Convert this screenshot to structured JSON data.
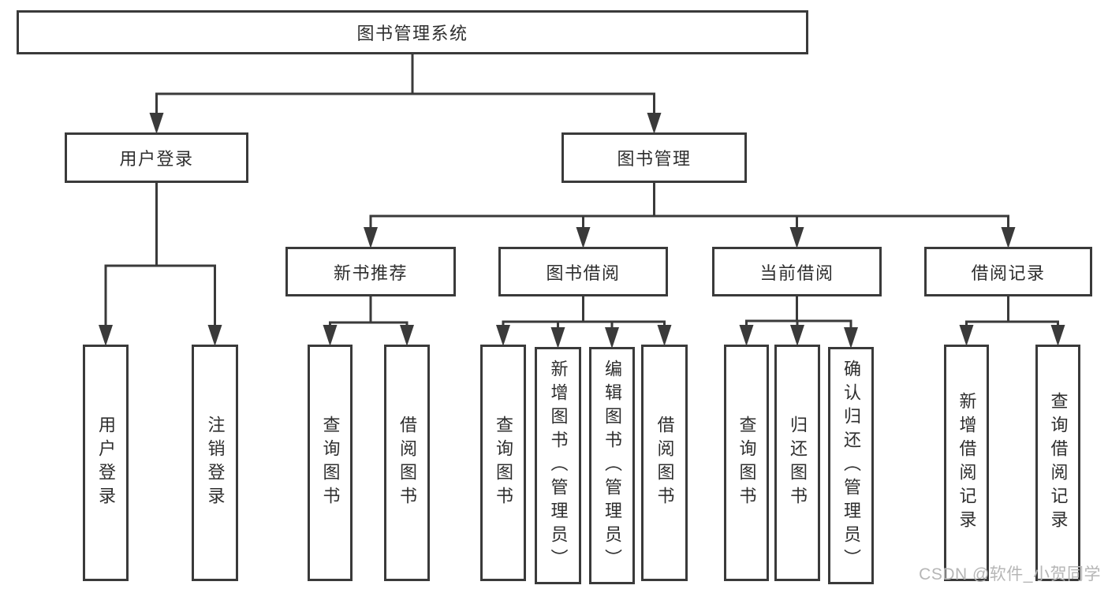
{
  "diagram": {
    "title": "图书管理系统",
    "line_color": "#3a3a3a",
    "text_color": "#2e2e2e",
    "background": "#ffffff",
    "nodes": [
      {
        "id": "root",
        "label": "图书管理系统"
      },
      {
        "id": "user-login",
        "label": "用户登录"
      },
      {
        "id": "book-mgmt",
        "label": "图书管理"
      },
      {
        "id": "login",
        "label": "用户登录"
      },
      {
        "id": "logout",
        "label": "注销登录"
      },
      {
        "id": "new-book-rec",
        "label": "新书推荐"
      },
      {
        "id": "book-borrow",
        "label": "图书借阅"
      },
      {
        "id": "current-borrow",
        "label": "当前借阅"
      },
      {
        "id": "borrow-records",
        "label": "借阅记录"
      },
      {
        "id": "nbr-query",
        "label": "查询图书"
      },
      {
        "id": "nbr-borrow",
        "label": "借阅图书"
      },
      {
        "id": "bb-query",
        "label": "查询图书"
      },
      {
        "id": "bb-add",
        "label": "新增图书（管理员）"
      },
      {
        "id": "bb-edit",
        "label": "编辑图书（管理员）"
      },
      {
        "id": "bb-borrow",
        "label": "借阅图书"
      },
      {
        "id": "cb-query",
        "label": "查询图书"
      },
      {
        "id": "cb-return",
        "label": "归还图书"
      },
      {
        "id": "cb-confirm",
        "label": "确认归还（管理员）"
      },
      {
        "id": "br-add",
        "label": "新增借阅记录"
      },
      {
        "id": "br-query",
        "label": "查询借阅记录"
      }
    ],
    "edges": [
      {
        "from": "root",
        "to": [
          "user-login",
          "book-mgmt"
        ]
      },
      {
        "from": "user-login",
        "to": [
          "login",
          "logout"
        ]
      },
      {
        "from": "book-mgmt",
        "to": [
          "new-book-rec",
          "book-borrow",
          "current-borrow",
          "borrow-records"
        ]
      },
      {
        "from": "new-book-rec",
        "to": [
          "nbr-query",
          "nbr-borrow"
        ]
      },
      {
        "from": "book-borrow",
        "to": [
          "bb-query",
          "bb-add",
          "bb-edit",
          "bb-borrow"
        ]
      },
      {
        "from": "current-borrow",
        "to": [
          "cb-query",
          "cb-return",
          "cb-confirm"
        ]
      },
      {
        "from": "borrow-records",
        "to": [
          "br-add",
          "br-query"
        ]
      }
    ]
  },
  "watermark": {
    "text": "CSDN @软件_小贺同学",
    "color": "#b6b6b6"
  }
}
